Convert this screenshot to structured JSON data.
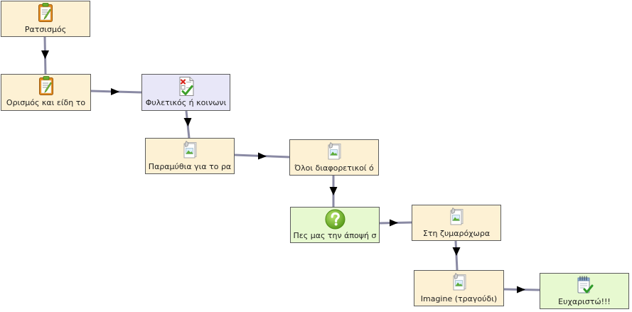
{
  "diagram": {
    "connector_color": "#8a8aa4",
    "arrow_color": "#000000",
    "nodes": [
      {
        "label": "Ρατσισμός",
        "icon": "clipboard-icon",
        "fill": "#fdf1d4"
      },
      {
        "label": "Ορισμός και είδη το",
        "icon": "clipboard-icon",
        "fill": "#fdf1d4"
      },
      {
        "label": "Φυλετικός ή κοινωνι",
        "icon": "quiz-checklist-icon",
        "fill": "#e8e7f8"
      },
      {
        "label": "Παραμύθια για το ρα",
        "icon": "image-document-icon",
        "fill": "#fdf1d4"
      },
      {
        "label": "Όλοι διαφορετικοί ό",
        "icon": "image-document-icon",
        "fill": "#fdf1d4"
      },
      {
        "label": "Πες μας την άποψή σ",
        "icon": "question-icon",
        "fill": "#e7f9d0"
      },
      {
        "label": "Στη ζυμαρόχωρα",
        "icon": "image-document-icon",
        "fill": "#fdf1d4"
      },
      {
        "label": "Imagine (τραγούδι)",
        "icon": "image-document-icon",
        "fill": "#fdf1d4"
      },
      {
        "label": "Ευχαριστώ!!!",
        "icon": "notepad-check-icon",
        "fill": "#e7f9d0"
      }
    ],
    "edges": [
      {
        "from": 0,
        "to": 1
      },
      {
        "from": 1,
        "to": 2
      },
      {
        "from": 2,
        "to": 3
      },
      {
        "from": 3,
        "to": 4
      },
      {
        "from": 4,
        "to": 5
      },
      {
        "from": 5,
        "to": 6
      },
      {
        "from": 6,
        "to": 7
      },
      {
        "from": 7,
        "to": 8
      }
    ]
  }
}
